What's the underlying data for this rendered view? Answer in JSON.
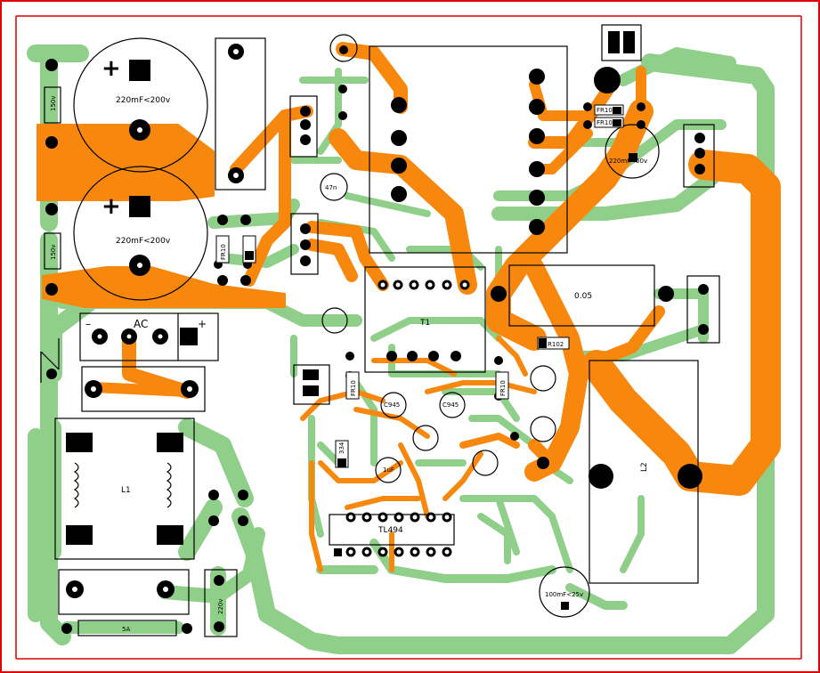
{
  "labels": {
    "cap_top": "220mF<200v",
    "cap_bottom": "220mF<200v",
    "res_150_top": "150v",
    "res_150_bottom": "150v",
    "plus_top": "+",
    "plus_bottom": "+",
    "bridge_minus": "–",
    "bridge_ac": "AC",
    "bridge_plus": "+",
    "fr10_left_a": "FR10",
    "fr10_right_a": "FR10",
    "fr10_right_b": "FR10",
    "fr10_mid": "FR10",
    "fr10_mid2": "FR10",
    "transformer": "T1",
    "shunt": "0.05",
    "r102": "R102",
    "c945_a": "C945",
    "c945_b": "C945",
    "cap_1u": "1uF",
    "ic": "TL494",
    "inductor_l1": "L1",
    "inductor_l2": "L2",
    "fuse": "5A",
    "mains": "220v",
    "cap_out": "100mF<25v",
    "cap_tr": "220mF<50v",
    "r334": "334",
    "cap_mid": "47n"
  }
}
